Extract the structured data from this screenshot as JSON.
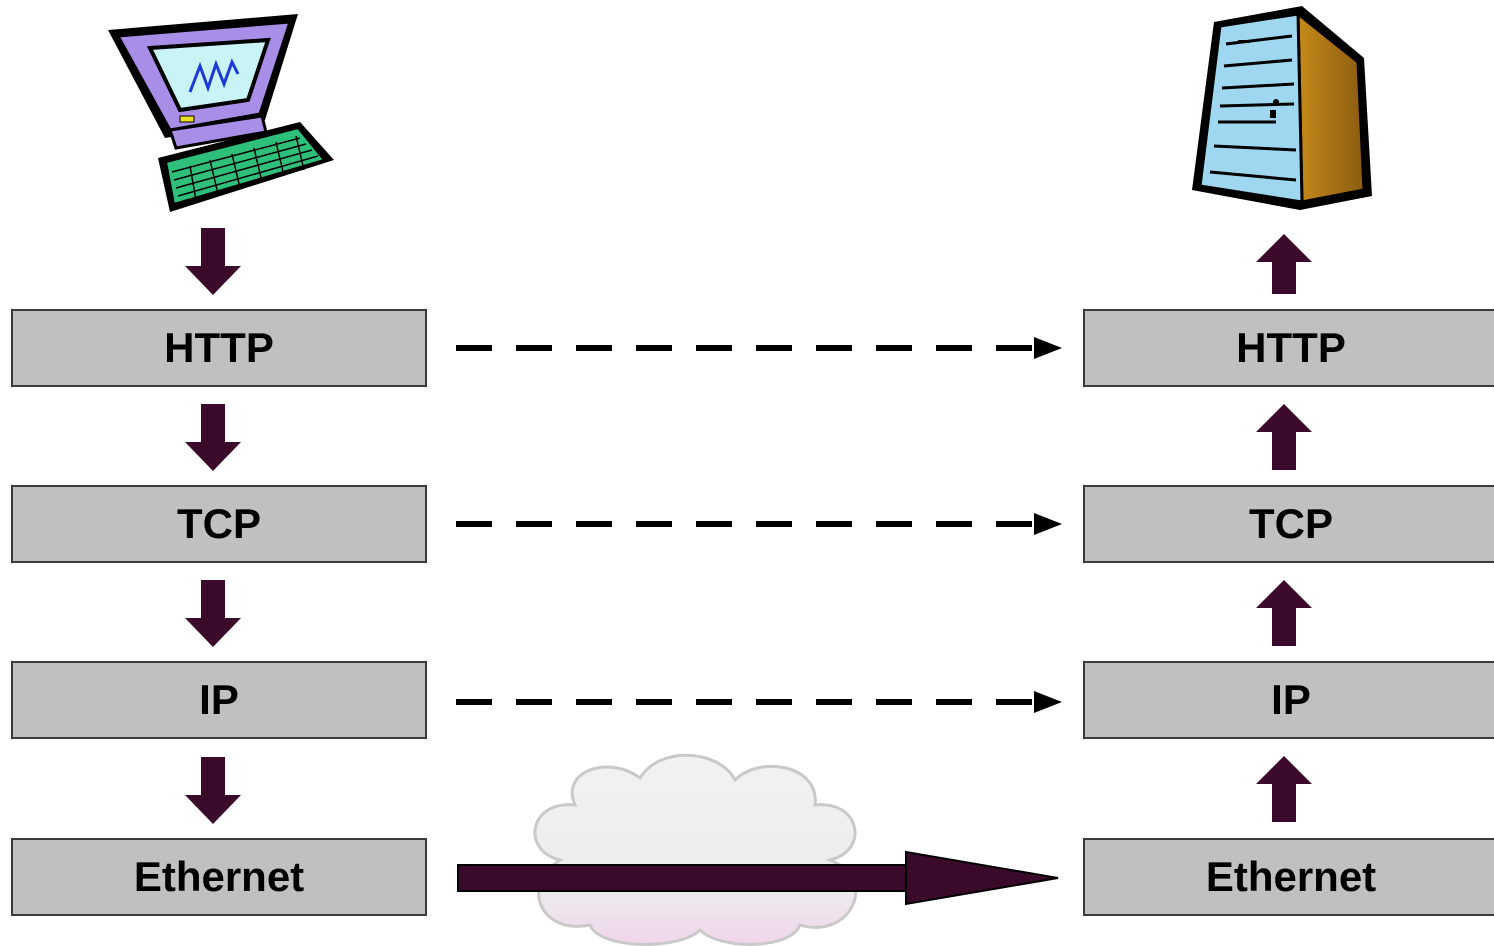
{
  "layers": {
    "client": [
      "HTTP",
      "TCP",
      "IP",
      "Ethernet"
    ],
    "server": [
      "HTTP",
      "TCP",
      "IP",
      "Ethernet"
    ]
  },
  "icons": {
    "client": "desktop-computer-icon",
    "server": "server-tower-icon",
    "network": "cloud-icon"
  },
  "colors": {
    "box_fill": "#c0c0c0",
    "box_border": "#3a3a3a",
    "arrow": "#3b0a2a",
    "dashed_arrow": "#000000"
  }
}
